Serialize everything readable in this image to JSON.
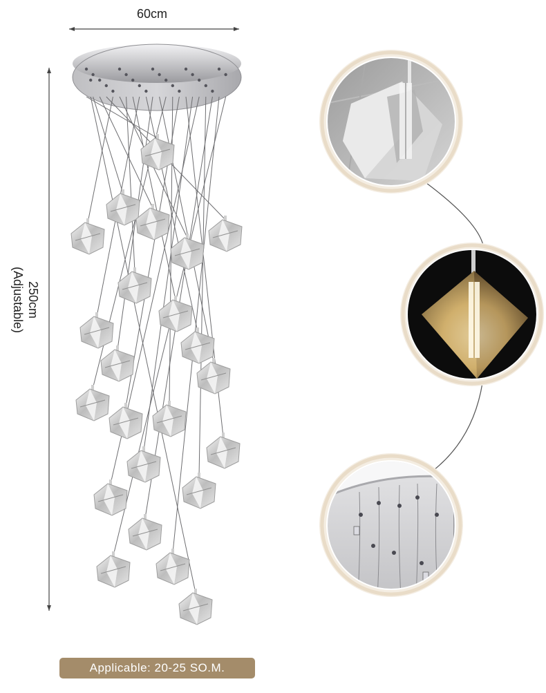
{
  "dimensions": {
    "width_label": "60cm",
    "height_label": "250cm",
    "height_note": "(Adjustable)"
  },
  "badge": {
    "text": "Applicable: 20-25 SO.M."
  },
  "colors": {
    "badge_background": "#a48c6a",
    "detail_ring": "#e9dcc8",
    "chrome_plate": "#c9c9cc",
    "text": "#222222"
  },
  "detail_views": [
    "crystal-cube-closeup",
    "lit-crystal-closeup",
    "ceiling-plate-closeup"
  ]
}
